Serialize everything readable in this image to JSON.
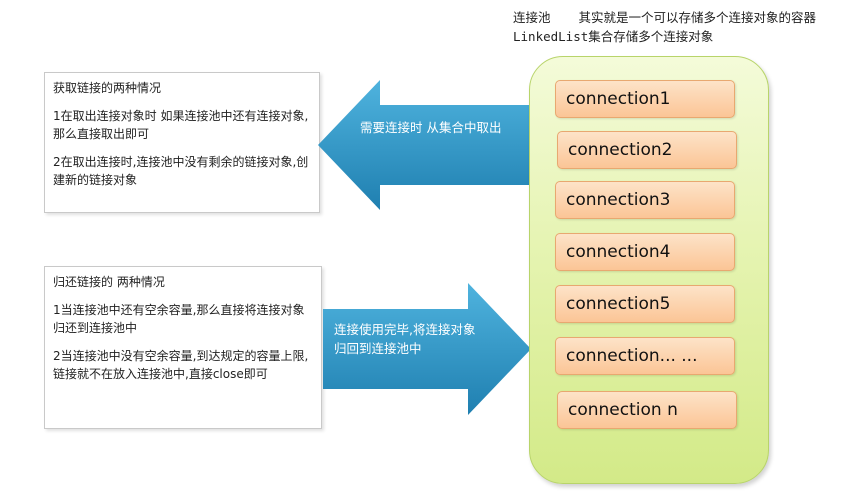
{
  "header": {
    "pool_label": "连接池",
    "description": "其实就是一个可以存储多个连接对象的容器",
    "linkedlist_note": "LinkedList集合存储多个连接对象"
  },
  "get_note": {
    "title": "获取链接的两种情况",
    "case1": "1在取出连接对象时 如果连接池中还有连接对象,那么直接取出即可",
    "case2": "2在取出连接时,连接池中没有剩余的链接对象,创建新的链接对象"
  },
  "return_note": {
    "title": "归还链接的 两种情况",
    "case1": "1当连接池中还有空余容量,那么直接将连接对象归还到连接池中",
    "case2": "2当连接池中没有空余容量,到达规定的容量上限,链接就不在放入连接池中,直接close即可"
  },
  "arrows": {
    "get_label": "需要连接时 从集合中取出",
    "return_label": "连接使用完毕,将连接对象归回到连接池中",
    "color": "#2a8fc0"
  },
  "pool": {
    "connections": [
      "connection1",
      "connection2",
      "connection3",
      "connection4",
      "connection5",
      "connection... ...",
      "connection n"
    ]
  }
}
